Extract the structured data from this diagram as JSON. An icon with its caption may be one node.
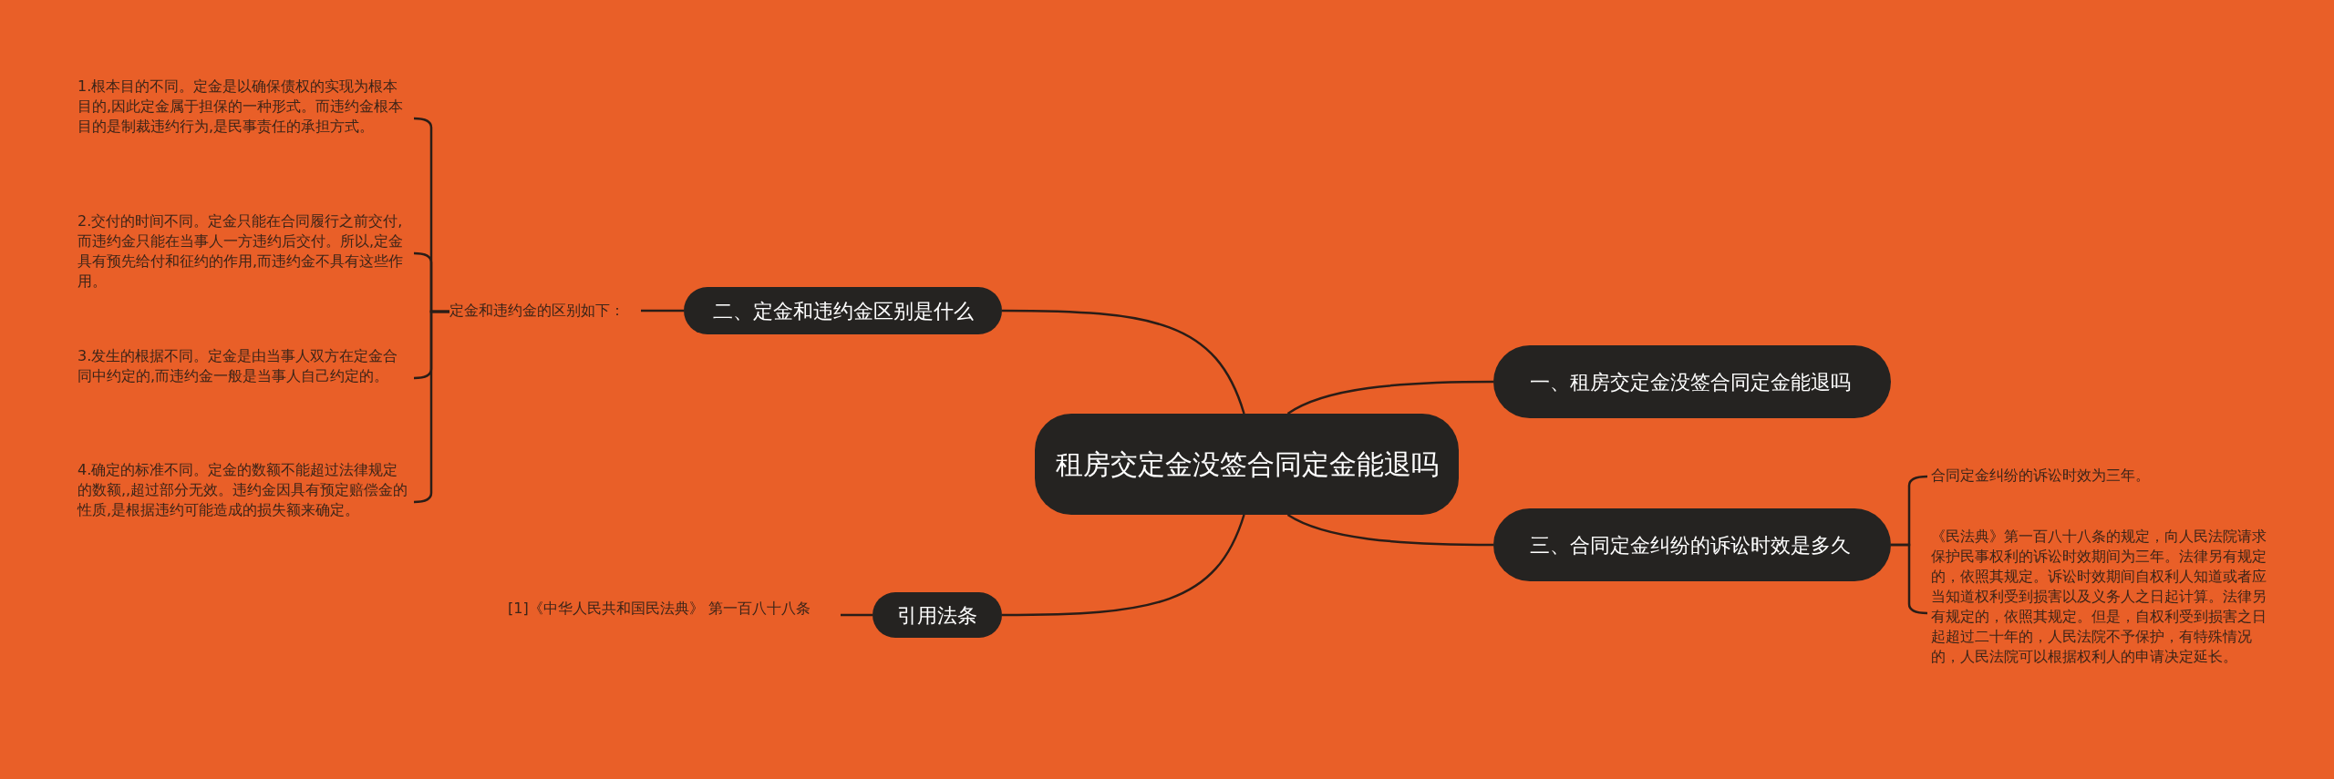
{
  "diagram": {
    "nodes": [
      {
        "text": [
          "租房交定金没签合同定金能退吗"
        ]
      },
      {
        "text": [
          "二、定金和违约金区别是什么"
        ]
      },
      {
        "text": [
          "一、租房交定金没签合同定金能退吗"
        ]
      },
      {
        "text": [
          "三、合同定金纠纷的诉讼时效是多久"
        ]
      },
      {
        "text": [
          "引用法条"
        ]
      },
      {
        "text": [
          "定金和违约金的区别如下："
        ]
      },
      {
        "text": [
          "1.根本目的不同。定金是以确保债权的实现为根本目的,因此定金属于担保的一种形式。而违约金根本目的是制裁违约行为,是民事责任的承担方式。"
        ]
      },
      {
        "text": [
          "2.交付的时间不同。定金只能在合同履行之前交付,而违约金只能在当事人一方违约后交付。所以,定金具有预先给付和征约的作用,而违约金不具有这些作用。"
        ]
      },
      {
        "text": [
          "3.发生的根据不同。定金是由当事人双方在定金合同中约定的,而违约金一般是当事人自己约定的。"
        ]
      },
      {
        "text": [
          "4.确定的标准不同。定金的数额不能超过法律规定的数额,,超过部分无效。违约金因具有预定赔偿金的性质,是根据违约可能造成的损失额来确定。"
        ]
      },
      {
        "text": [
          "合同定金纠纷的诉讼时效为三年。"
        ]
      },
      {
        "text": [
          "《民法典》第一百八十八条的规定，向人民法院请求保护民事权利的诉讼时效期间为三年。法律另有规定的，依照其规定。诉讼时效期间自权利人知道或者应当知道权利受到损害以及义务人之日起计算。法律另有规定的，依照其规定。但是，自权利受到损害之日起超过二十年的，人民法院不予保护，有特殊情况的，人民法院可以根据权利人的申请决定延长。"
        ]
      },
      {
        "text": [
          "[1]《中华人民共和国民法典》 第一百八十八条"
        ]
      }
    ],
    "edges": [
      {
        "from": 0,
        "to": 1,
        "arrow": "none"
      },
      {
        "from": 0,
        "to": 2,
        "arrow": "none"
      },
      {
        "from": 0,
        "to": 3,
        "arrow": "none"
      },
      {
        "from": 0,
        "to": 4,
        "arrow": "none"
      },
      {
        "from": 1,
        "to": 5,
        "arrow": "none"
      },
      {
        "from": 5,
        "to": 6,
        "arrow": "none"
      },
      {
        "from": 5,
        "to": 7,
        "arrow": "none"
      },
      {
        "from": 5,
        "to": 8,
        "arrow": "none"
      },
      {
        "from": 5,
        "to": 9,
        "arrow": "none"
      },
      {
        "from": 3,
        "to": 10,
        "arrow": "none"
      },
      {
        "from": 3,
        "to": 11,
        "arrow": "none"
      },
      {
        "from": 4,
        "to": 12,
        "arrow": "none"
      }
    ]
  }
}
